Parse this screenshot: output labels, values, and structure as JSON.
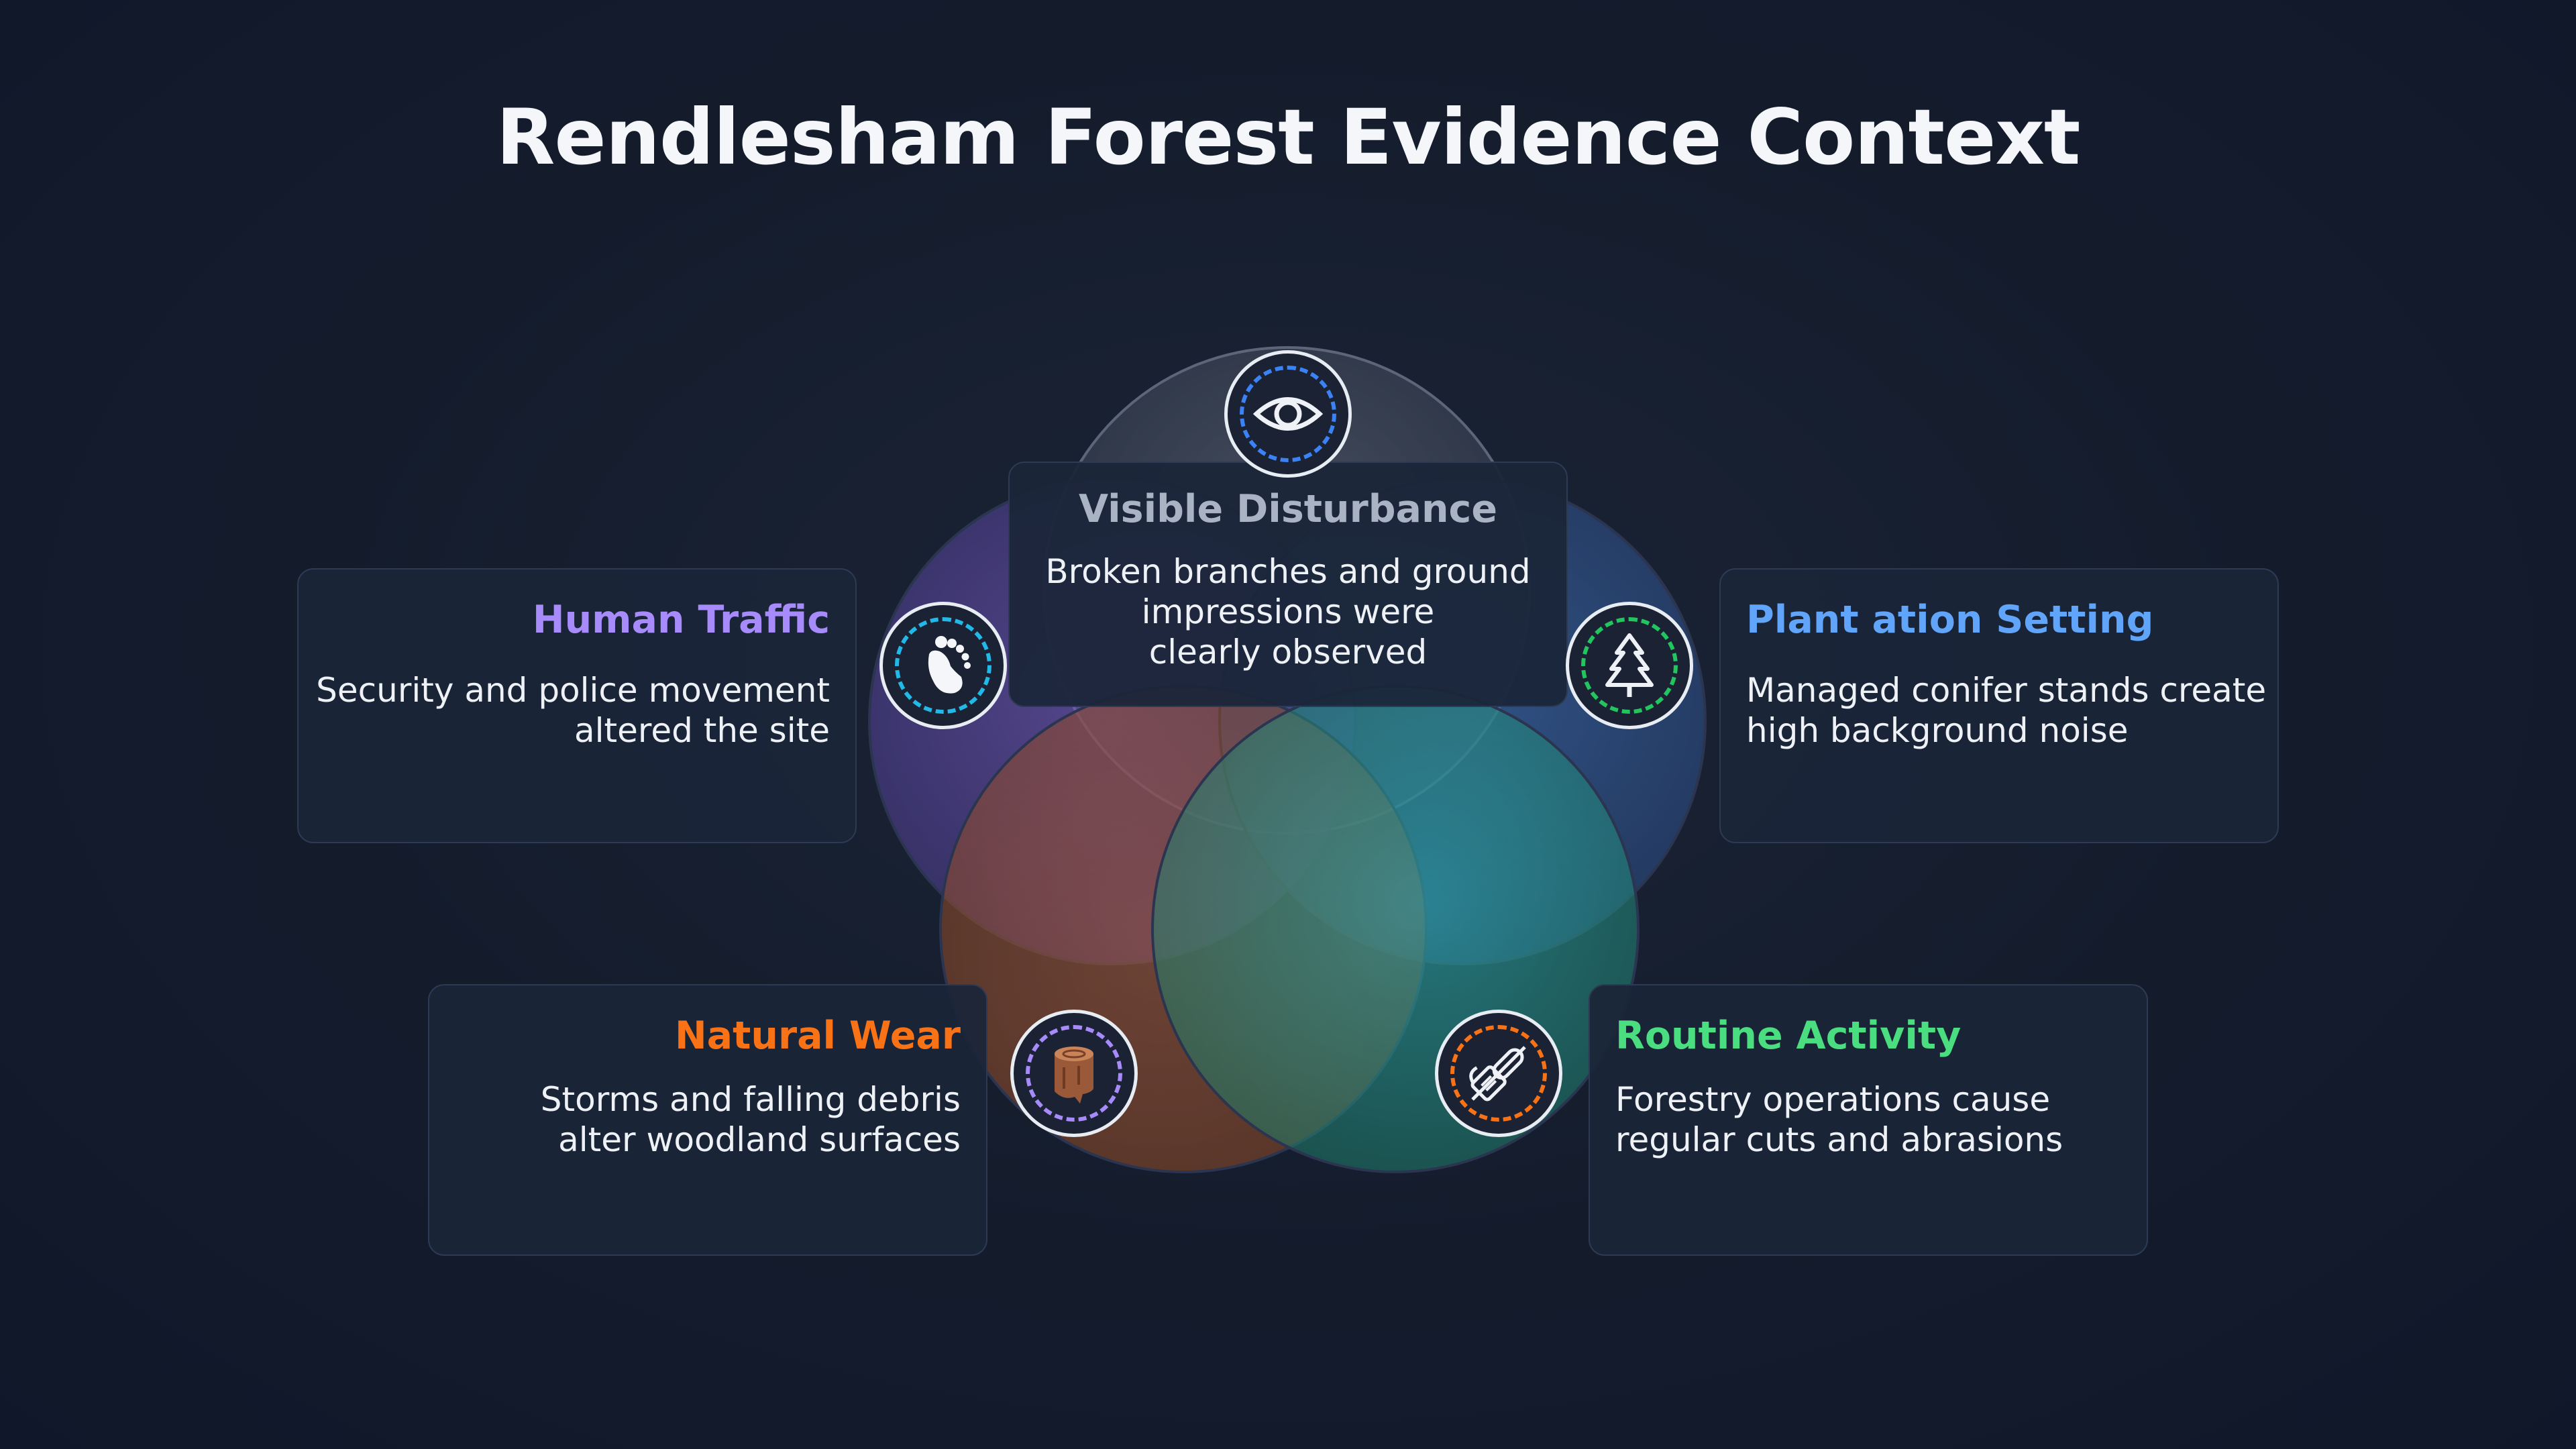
{
  "title": "Rendlesham Forest Evidence Context",
  "cards": {
    "visible_disturbance": {
      "title": "Visible Disturbance",
      "line1": "Broken branches and ground",
      "line2": "impressions were",
      "line3": "clearly observed",
      "color": "#aab3c4",
      "icon": "eye-icon"
    },
    "human_traffic": {
      "title": "Human Traffic",
      "line1": "Security and police movement",
      "line2": "altered the site",
      "color": "#a78bfa",
      "icon": "footprint-icon"
    },
    "plantation_setting": {
      "title": "Plant ation Setting",
      "line1": "Managed conifer stands create",
      "line2": "high background noise",
      "color": "#60a5fa",
      "icon": "pine-tree-icon"
    },
    "natural_wear": {
      "title": "Natural Wear",
      "line1": "Storms and falling debris",
      "line2": "alter woodland surfaces",
      "color": "#f97316",
      "icon": "tree-stump-icon"
    },
    "routine_activity": {
      "title": "Routine Activity",
      "line1": "Forestry operations cause",
      "line2": "regular cuts and abrasions",
      "color": "#4ade80",
      "icon": "chainsaw-icon"
    }
  }
}
